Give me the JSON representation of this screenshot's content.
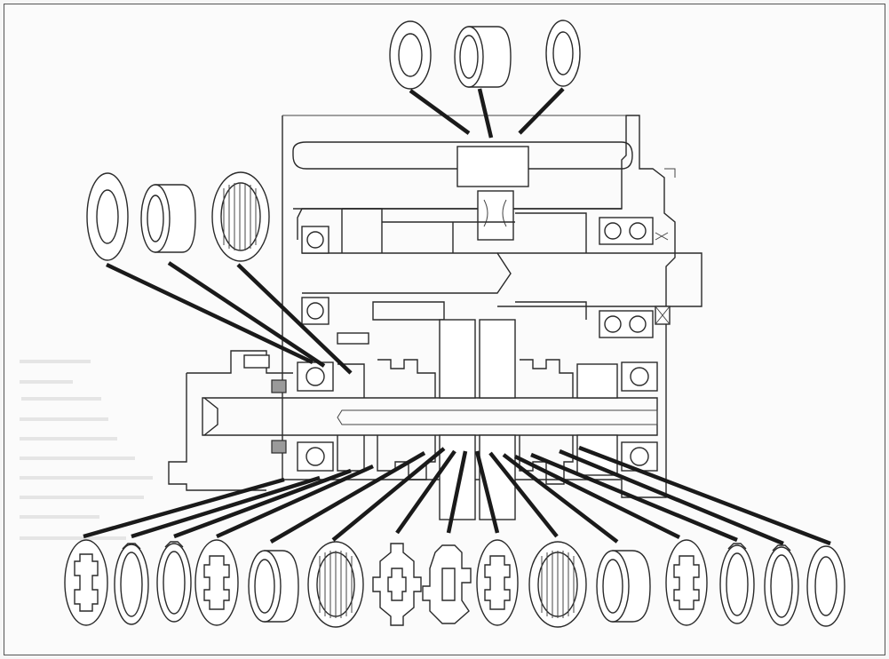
{
  "figure": {
    "kind": "exploded-view",
    "colors": {
      "line": "#2a2a2a",
      "leader": "#1a1a1a",
      "background": "#fbfbfb",
      "frame": "#555555"
    }
  },
  "parts": {
    "top_group": [
      "thrust-washer",
      "bushing",
      "thrust-washer"
    ],
    "left_group": [
      "thrust-washer",
      "bushing",
      "needle-bearing"
    ],
    "bottom_row": [
      "splined-washer",
      "snap-ring",
      "snap-ring",
      "splined-washer",
      "bushing",
      "needle-bearing",
      "lock-washer",
      "lock-washer",
      "splined-washer",
      "needle-bearing",
      "bushing",
      "splined-washer",
      "snap-ring",
      "snap-ring",
      "thrust-washer"
    ]
  }
}
